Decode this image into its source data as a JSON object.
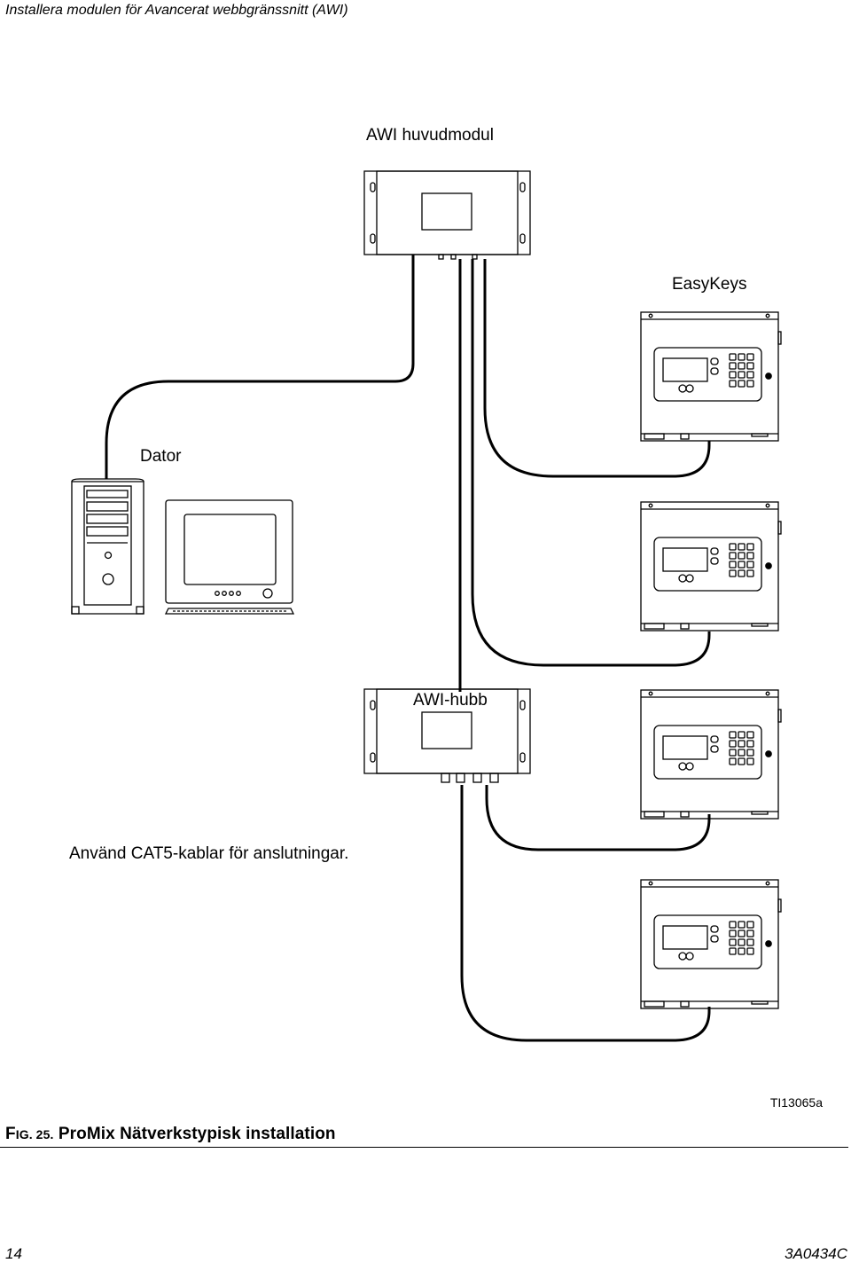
{
  "header": {
    "title": "Installera modulen för Avancerat webbgränssnitt (AWI)"
  },
  "labels": {
    "main_module": "AWI huvudmodul",
    "easykeys": "EasyKeys",
    "computer": "Dator",
    "hub": "AWI-hubb",
    "cables_note": "Använd CAT5-kablar för anslutningar."
  },
  "figure": {
    "ref": "TI13065a",
    "caption_prefix_f": "F",
    "caption_prefix_rest": "IG. 25.",
    "caption_text": "ProMix Nätverkstypisk installation"
  },
  "footer": {
    "page_number": "14",
    "doc_id": "3A0434C"
  }
}
